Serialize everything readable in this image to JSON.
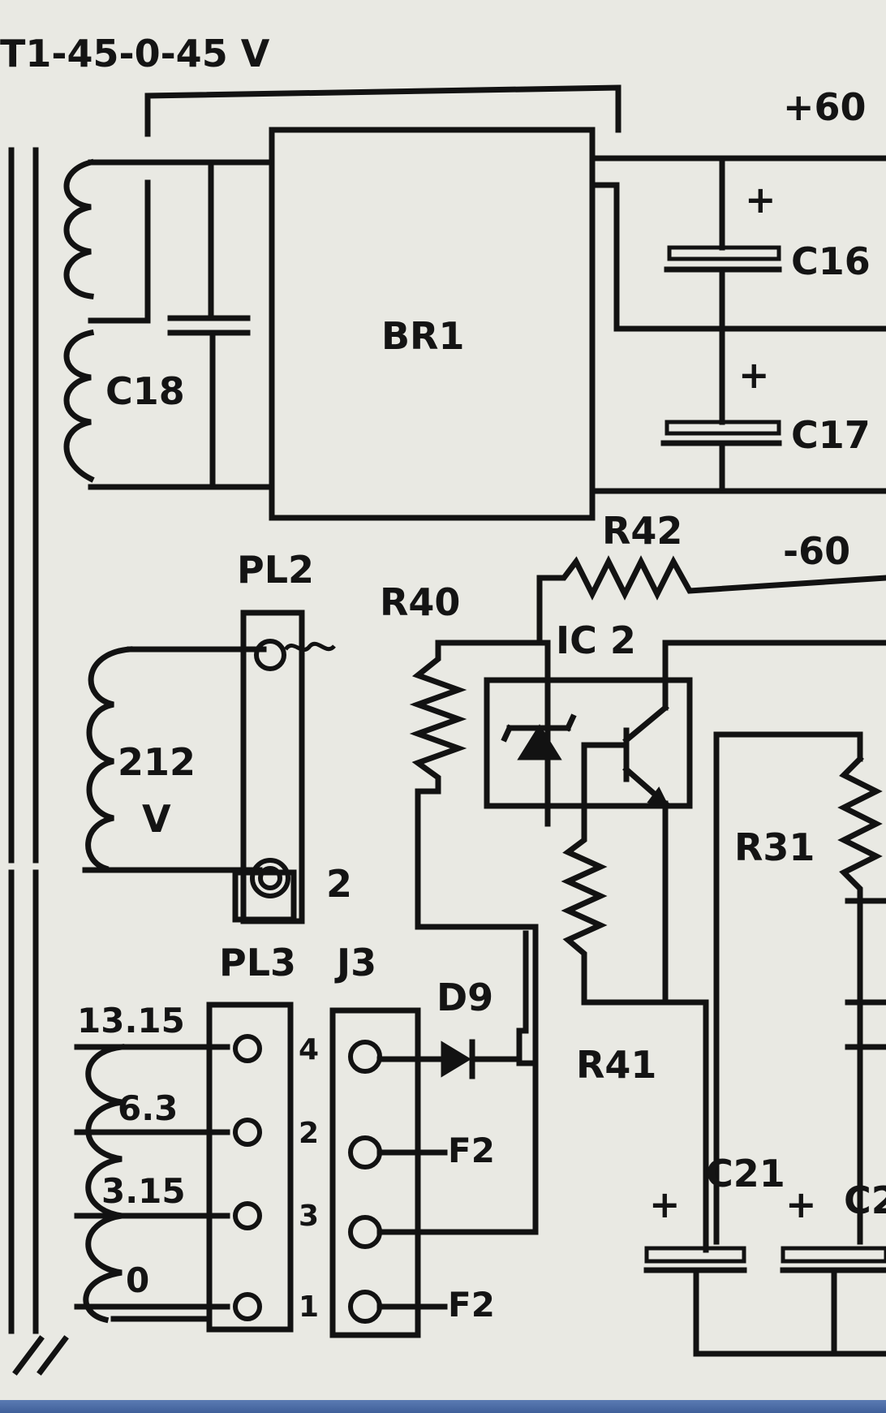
{
  "labels": {
    "transformer": "T1-45-0-45 V",
    "plus60": "+60",
    "minus60": "-60",
    "br1": "BR1",
    "c18": "C18",
    "c16": "C16",
    "c17": "C17",
    "plus_c16": "+",
    "plus_c17": "+",
    "r42": "R42",
    "pl2": "PL2",
    "r40": "R40",
    "ic2": "IC 2",
    "w212": "212",
    "w212_unit": "V",
    "pl2_pin2": "2",
    "pl3": "PL3",
    "j3": "J3",
    "d9": "D9",
    "r31": "R31",
    "r41": "R41",
    "c21": "C21",
    "plus_c21": "+",
    "plus_c22": "+",
    "c22_partial": "C2",
    "tap_13_15": "13.15",
    "tap_6_3": "6.3",
    "tap_3_15": "3.15",
    "tap_0": "0",
    "pl3_pin_4": "4",
    "pl3_pin_2": "2",
    "pl3_pin_3": "3",
    "pl3_pin_1": "1",
    "f2_a": "F2",
    "f2_b": "F2"
  }
}
